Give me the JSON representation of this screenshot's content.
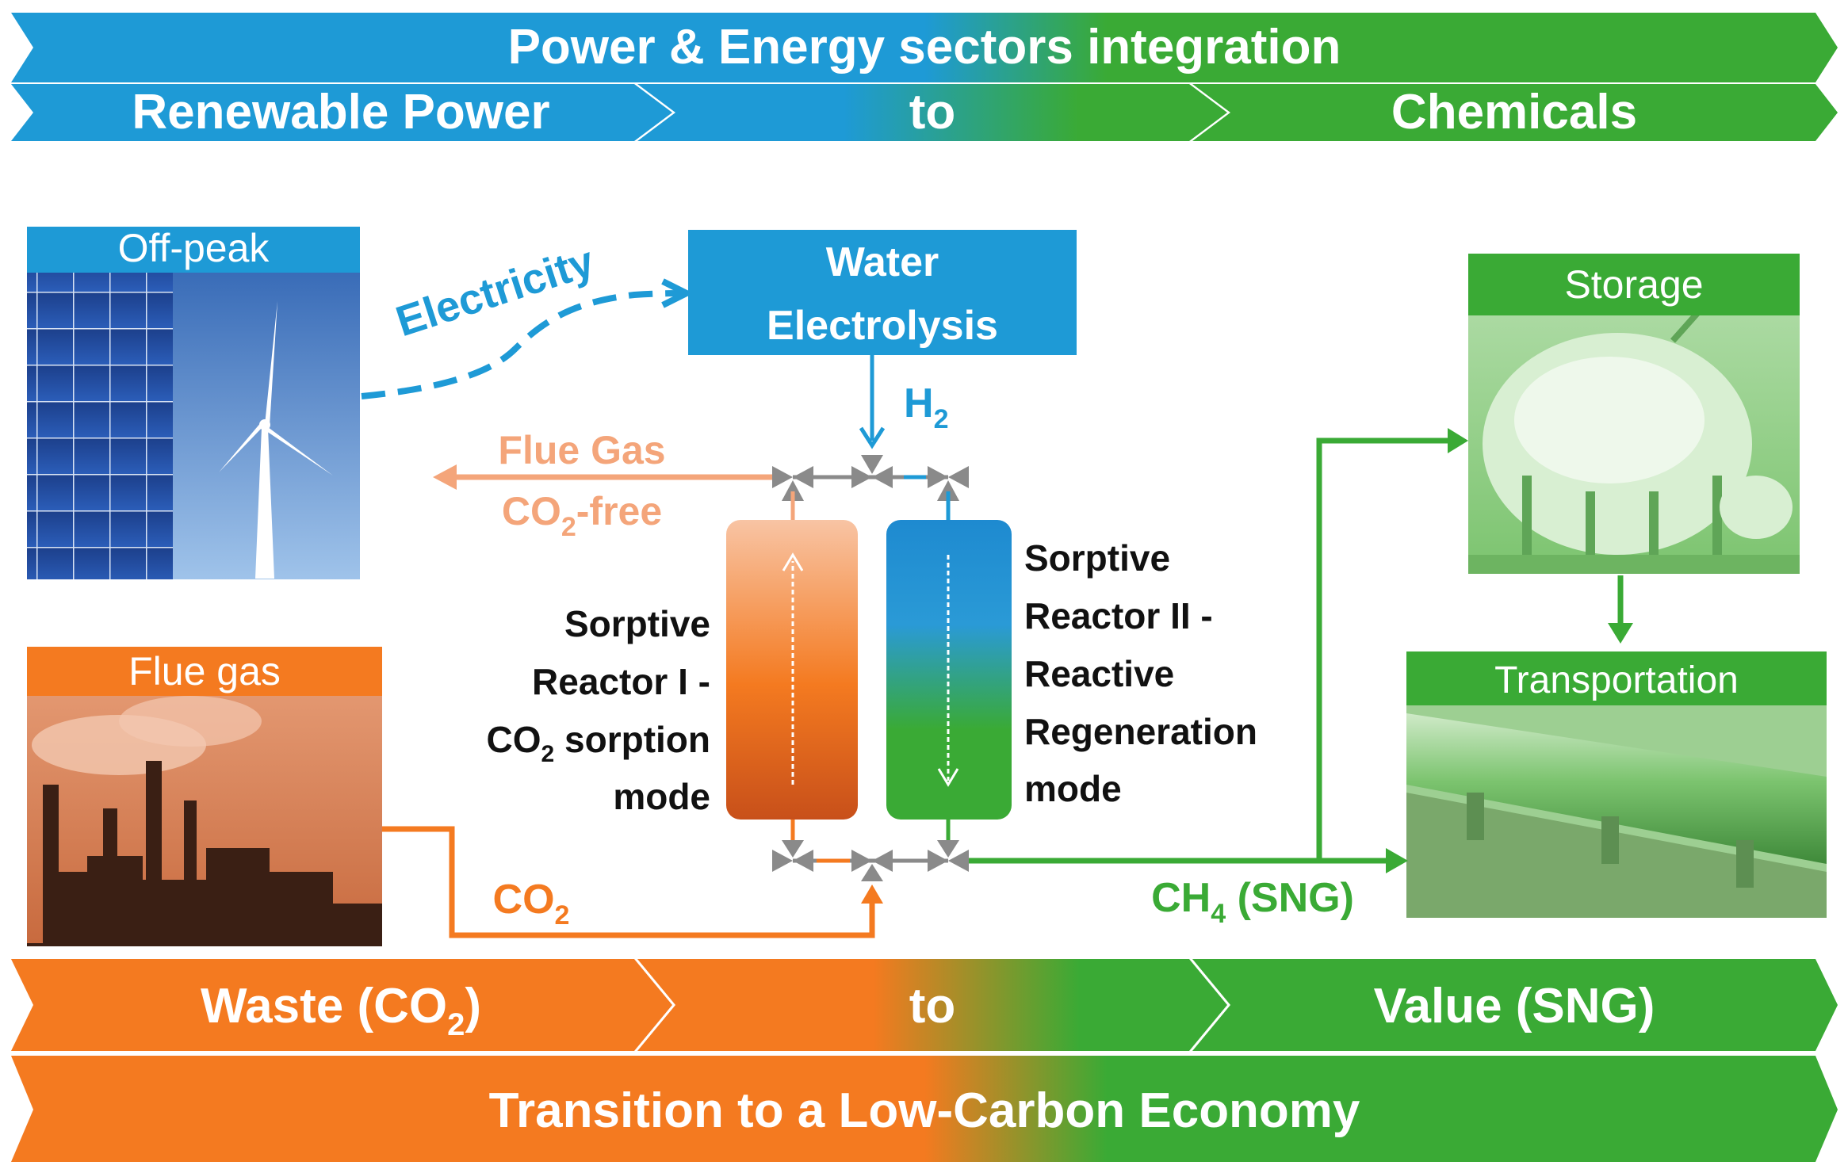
{
  "banners": {
    "top_title": "Power & Energy sectors integration",
    "top_left": "Renewable Power",
    "top_mid": "to",
    "top_right": "Chemicals",
    "bottom_left_main": "Waste (CO",
    "bottom_left_sub": "2",
    "bottom_left_tail": ")",
    "bottom_mid": "to",
    "bottom_right": "Value (SNG)",
    "bottom_title": "Transition to a Low-Carbon Economy"
  },
  "panels": {
    "offpeak": "Off-peak",
    "fluegas": "Flue gas",
    "storage": "Storage",
    "transportation": "Transportation"
  },
  "process": {
    "electricity": "Electricity",
    "water_line1": "Water",
    "water_line2": "Electrolysis",
    "h2_main": "H",
    "h2_sub": "2",
    "flue_out_line1": "Flue Gas",
    "flue_out_co": "CO",
    "flue_out_sub": "2",
    "flue_out_tail": "-free",
    "co2_in_main": "CO",
    "co2_in_sub": "2",
    "ch4_main": "CH",
    "ch4_sub": "4",
    "ch4_tail": " (SNG)"
  },
  "reactor1": {
    "l1": "Sorptive",
    "l2": "Reactor I -",
    "l3_co": "CO",
    "l3_sub": "2",
    "l3_tail": " sorption",
    "l4": "mode"
  },
  "reactor2": {
    "l1": "Sorptive",
    "l2": "Reactor II -",
    "l3": "Reactive",
    "l4": "Regeneration",
    "l5": "mode"
  },
  "colors": {
    "blue": "#1e9ad6",
    "green": "#3aaa35",
    "orange": "#f47a20",
    "light_orange": "#f4a57a",
    "gray_valve": "#8a8a8a"
  }
}
